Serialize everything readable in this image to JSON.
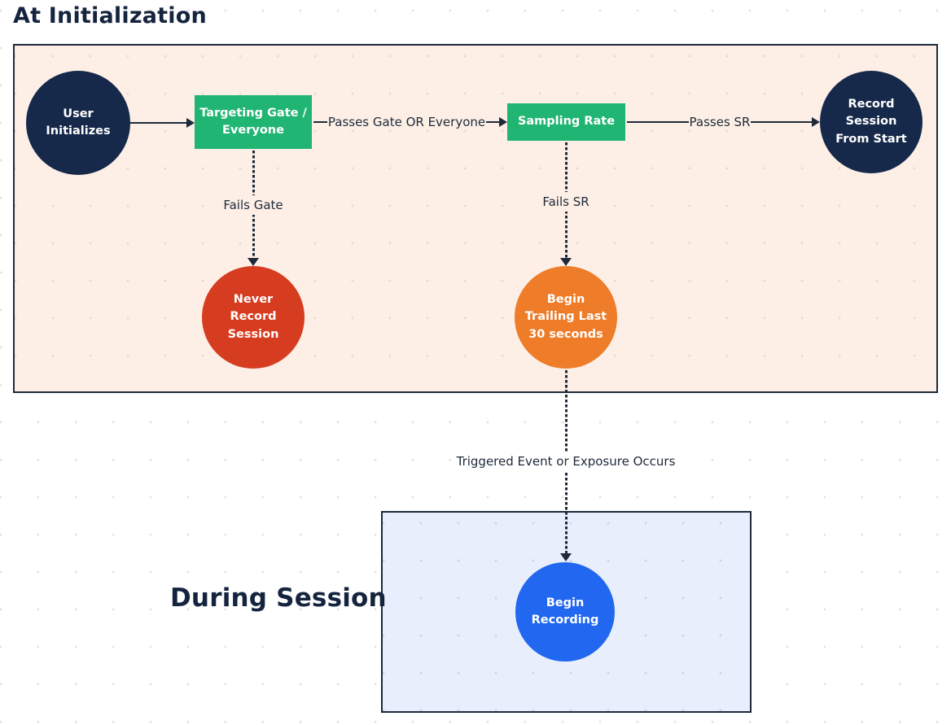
{
  "sections": {
    "initialization_title": "At Initialization",
    "during_title": "During Session"
  },
  "nodes": {
    "user_initializes": {
      "shape": "circle",
      "color": "#16294a",
      "label": "User Initializes",
      "lines": [
        "User",
        "Initializes"
      ]
    },
    "targeting_gate": {
      "shape": "rect",
      "color": "#21b573",
      "label": "Targeting Gate / Everyone",
      "lines": [
        "Targeting Gate /",
        "Everyone"
      ]
    },
    "sampling_rate": {
      "shape": "rect",
      "color": "#21b573",
      "label": "Sampling Rate",
      "lines": [
        "Sampling Rate"
      ]
    },
    "record_from_start": {
      "shape": "circle",
      "color": "#16294a",
      "label": "Record Session From Start",
      "lines": [
        "Record",
        "Session",
        "From Start"
      ]
    },
    "never_record": {
      "shape": "circle",
      "color": "#d63c20",
      "label": "Never Record Session",
      "lines": [
        "Never",
        "Record",
        "Session"
      ]
    },
    "begin_trailing": {
      "shape": "circle",
      "color": "#ee7c29",
      "label": "Begin Trailing Last 30 seconds",
      "lines": [
        "Begin",
        "Trailing Last",
        "30 seconds"
      ]
    },
    "begin_recording": {
      "shape": "circle",
      "color": "#2167f0",
      "label": "Begin Recording",
      "lines": [
        "Begin",
        "Recording"
      ]
    }
  },
  "edges": {
    "init_to_gate": {
      "label": "",
      "style": "solid-arrow"
    },
    "passes_gate": {
      "label": "Passes Gate OR Everyone",
      "style": "solid-arrow"
    },
    "passes_sr": {
      "label": "Passes SR",
      "style": "solid-arrow"
    },
    "fails_gate": {
      "label": "Fails Gate",
      "style": "dotted-arrow"
    },
    "fails_sr": {
      "label": "Fails SR",
      "style": "dotted-arrow"
    },
    "triggered_event": {
      "label": "Triggered Event or Exposure Occurs",
      "style": "dotted-arrow"
    }
  },
  "colors": {
    "ink": "#1e2a3a",
    "title_text": "#15243e",
    "navy_node": "#16294a",
    "green_node": "#21b573",
    "red_node": "#d63c20",
    "orange_node": "#ee7c29",
    "blue_node": "#2167f0",
    "init_panel_bg": "#fdefe6",
    "session_panel_bg": "#e8eefb",
    "node_text": "#ffffff"
  }
}
